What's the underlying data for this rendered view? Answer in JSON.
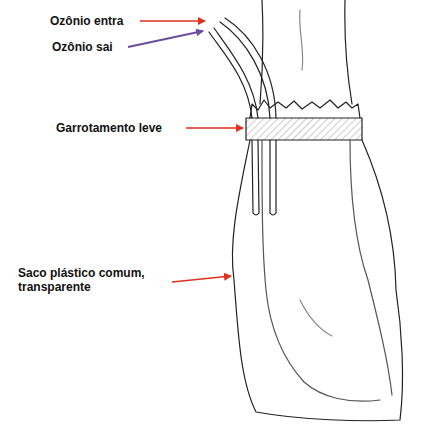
{
  "diagram": {
    "labels": [
      "Ozônio entra",
      "Ozônio sai",
      "Garrotamento leve",
      "Saco plástico comum, transparente"
    ]
  }
}
